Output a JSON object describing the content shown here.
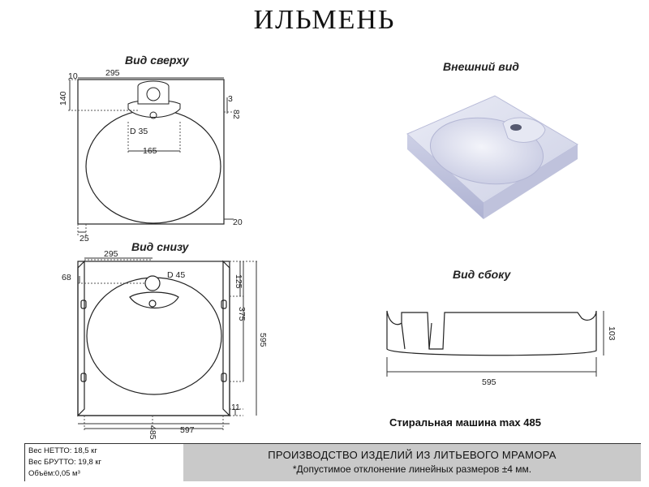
{
  "title": "ИЛЬМЕНЬ",
  "views": {
    "top": {
      "label": "Вид сверху",
      "dims": {
        "d10": "10",
        "d295": "295",
        "d140": "140",
        "d3": "3",
        "d82": "82",
        "hole": "D 35",
        "d165": "165",
        "d20": "20",
        "d25": "25"
      }
    },
    "external": {
      "label": "Внешний вид"
    },
    "bottom": {
      "label": "Вид снизу",
      "dims": {
        "d295": "295",
        "d68": "68",
        "hole": "D 45",
        "d125": "125",
        "d375": "375",
        "d595": "595",
        "d11": "11",
        "d597": "597",
        "d485": "485"
      }
    },
    "side": {
      "label": "Вид сбоку",
      "dims": {
        "d103": "103",
        "d595": "595"
      }
    }
  },
  "machine_note": "Стиральная машина max 485",
  "specs": {
    "net": "Вес НЕТТО: 18,5 кг",
    "gross": "Вес БРУТТО: 19,8 кг",
    "volume": "Объём:0,05 м³"
  },
  "production": {
    "main": "ПРОИЗВОДСТВО ИЗДЕЛИЙ ИЗ ЛИТЬЕВОГО МРАМОРА",
    "note": "*Допустимое отклонение линейных размеров ±4 мм."
  }
}
